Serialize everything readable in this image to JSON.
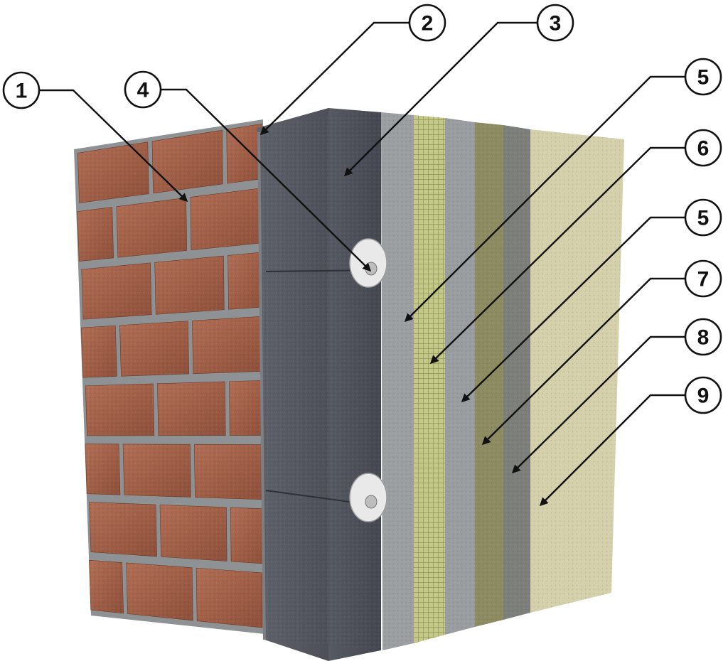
{
  "diagram": {
    "callouts": [
      {
        "id": "1",
        "label": "1"
      },
      {
        "id": "2",
        "label": "2"
      },
      {
        "id": "3",
        "label": "3"
      },
      {
        "id": "4",
        "label": "4"
      },
      {
        "id": "5a",
        "label": "5"
      },
      {
        "id": "6",
        "label": "6"
      },
      {
        "id": "5b",
        "label": "5"
      },
      {
        "id": "7",
        "label": "7"
      },
      {
        "id": "8",
        "label": "8"
      },
      {
        "id": "9",
        "label": "9"
      }
    ],
    "colors": {
      "brick": "#a4624a",
      "mortar": "#8f9294",
      "insulation": "#4a4d55",
      "adhesive_layer": "#9c9fa2",
      "mesh": "#c8c98a",
      "base_coat": "#9a9d9f",
      "primer": "#8d8b62",
      "intermediate_coat": "#7d7f7b",
      "finish_plaster": "#d4d0ac",
      "dowel": "#eeeeee"
    }
  }
}
